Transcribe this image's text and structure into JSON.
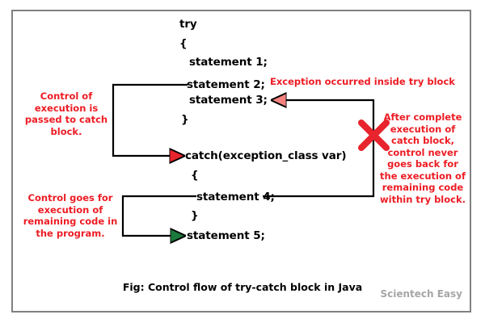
{
  "figure": {
    "caption": "Fig: Control flow of try-catch block in Java",
    "watermark": "Scientech Easy",
    "colors": {
      "note_red": "#ed1c24",
      "arrow_red": "#e8242c",
      "arrow_green": "#1b7a3d",
      "arrow_salmon": "#f4827f",
      "wire_black": "#000000",
      "frame_gray": "#808080",
      "watermark_gray": "#a6a6a6"
    }
  },
  "code_block": {
    "lines": [
      {
        "id": "try",
        "text": "try",
        "indent": 0
      },
      {
        "id": "try-open-brace",
        "text": "{",
        "indent": 0
      },
      {
        "id": "statement-1",
        "text": "statement 1;",
        "indent": 1
      },
      {
        "id": "statement-2",
        "text": "statement 2;",
        "indent": 1
      },
      {
        "id": "statement-3",
        "text": "statement 3;",
        "indent": 1
      },
      {
        "id": "try-close-brace",
        "text": "}",
        "indent": 0
      },
      {
        "id": "catch",
        "text": "catch(exception_class var)",
        "indent": 0
      },
      {
        "id": "catch-open-brace",
        "text": "{",
        "indent": 0
      },
      {
        "id": "statement-4",
        "text": "statement 4;",
        "indent": 1
      },
      {
        "id": "catch-close-brace",
        "text": "}",
        "indent": 0
      },
      {
        "id": "statement-5",
        "text": "statement 5;",
        "indent": 0
      }
    ]
  },
  "annotations": {
    "exception_occurred": "Exception occurred inside try block",
    "control_passed_to_catch": "Control of execution is passed to catch block.",
    "control_goes_for_remaining": "Control goes for execution of remaining code in the program.",
    "after_complete_execution": "After complete execution of catch block, control never goes back for the execution of remaining code within try block."
  },
  "flow": {
    "arrows": [
      {
        "id": "try-to-catch",
        "label": "Control of execution is passed to catch block.",
        "head": "red",
        "target": "catch"
      },
      {
        "id": "catch-to-statement-5",
        "label": "Control goes for execution of remaining code in the program.",
        "head": "green",
        "target": "statement-5"
      },
      {
        "id": "catch-back-to-try",
        "label": "After complete execution of catch block, control never goes back for the execution of remaining code within try block.",
        "head": "salmon",
        "target": "statement-3",
        "blocked": true
      }
    ],
    "blocked_marker": "x-cross-icon"
  }
}
